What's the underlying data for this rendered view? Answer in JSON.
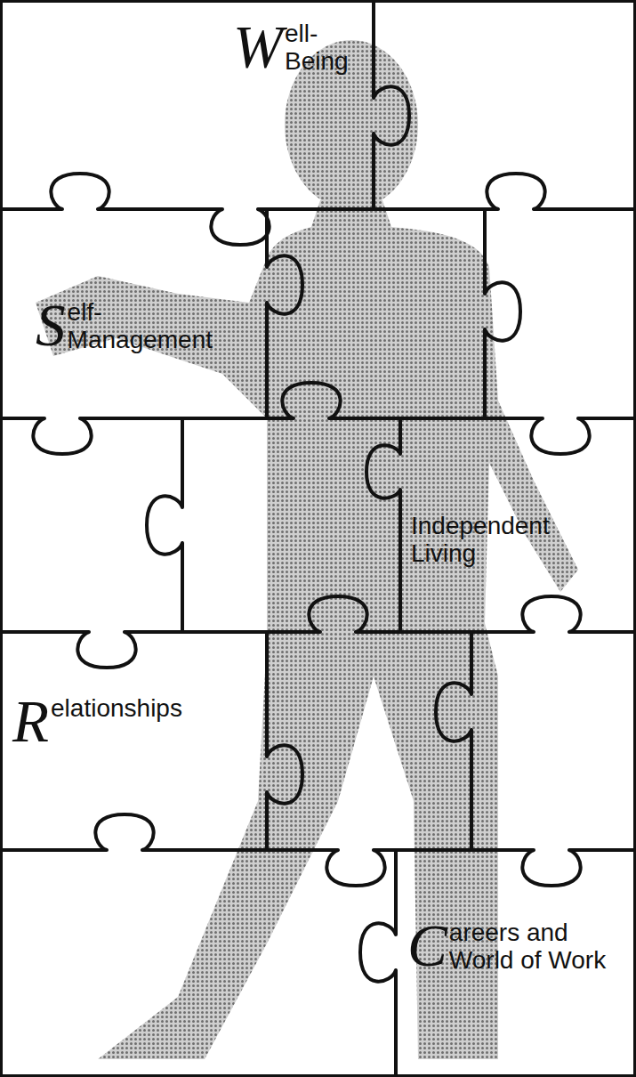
{
  "diagram": {
    "nodes": [
      {
        "text": [
          "Well- Being"
        ]
      },
      {
        "text": [
          "Self- Management"
        ]
      },
      {
        "text": [
          "Independent Living"
        ]
      },
      {
        "text": [
          "Relationships"
        ]
      },
      {
        "text": [
          "Careers and World of Work"
        ]
      }
    ]
  }
}
